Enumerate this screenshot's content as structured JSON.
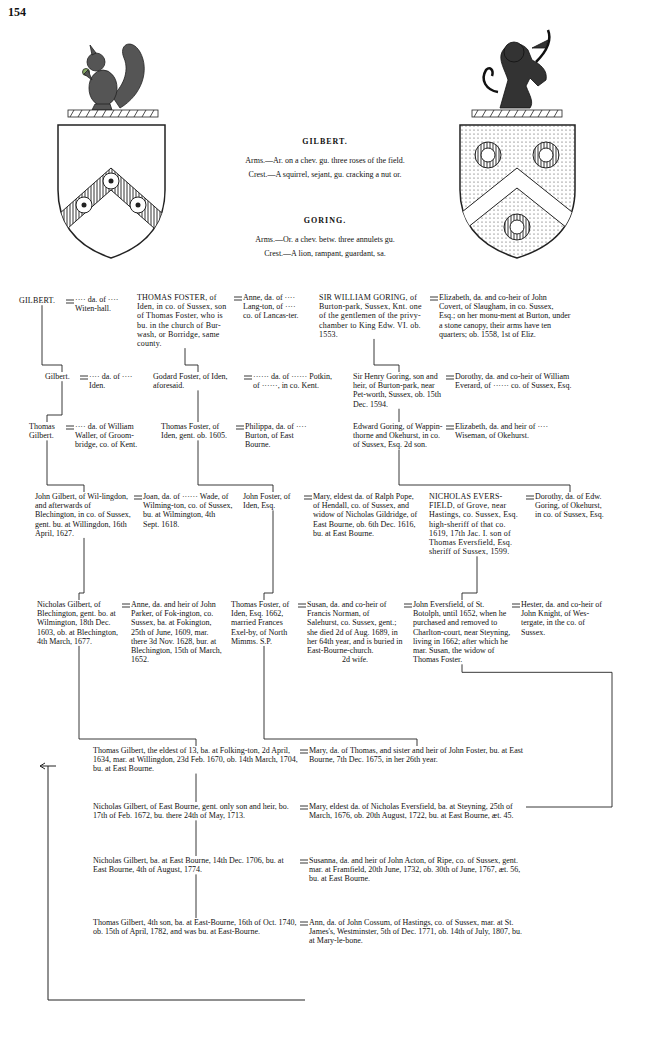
{
  "diagram": {
    "nodes": [
      {
        "text": [
          "GILBERT."
        ]
      },
      {
        "text": [
          "···· da. of ···· Witen-hall."
        ]
      },
      {
        "text": [
          "THOMAS FOSTER, of Iden, in co. of Sussex, son of Thomas Foster, who is bu. in the church of Bur-wash, or Borridge, same county."
        ]
      },
      {
        "text": [
          "Anne, da. of ···· Lang-ton, of ···· co. of Lancas-ter."
        ]
      },
      {
        "text": [
          "SIR WILLIAM GORING, of Burton-park, Sussex, Knt. one of the gentlemen of the privy-chamber to King Edw. VI. ob. 1553."
        ]
      },
      {
        "text": [
          "Elizabeth, da. and co-heir of John Covert, of Slaugham, in co. Sussex, Esq.; on her monu-ment at Burton, under a stone canopy, their arms have ten quarters; ob. 1558, 1st of Eliz."
        ]
      },
      {
        "text": [
          "Gilbert."
        ]
      },
      {
        "text": [
          "···· da. of ···· Iden."
        ]
      },
      {
        "text": [
          "Godard Foster, of Iden, aforesaid."
        ]
      },
      {
        "text": [
          "······ da. of ······ Potkin, of ······, in co. Kent."
        ]
      },
      {
        "text": [
          "Sir Henry Goring, son and heir, of Burton-park, near Pet-worth, Sussex, ob. 15th Dec. 1594."
        ]
      },
      {
        "text": [
          "Dorothy, da. and co-heir of William Everard, of ······ co. of Sussex, Esq."
        ]
      },
      {
        "text": [
          "Thomas Gilbert."
        ]
      },
      {
        "text": [
          "···· da. of William Waller, of Groom-bridge, co. of Kent."
        ]
      },
      {
        "text": [
          "Thomas Foster, of Iden, gent. ob. 1605."
        ]
      },
      {
        "text": [
          "Philippa, da. of ···· Burton, of East Bourne."
        ]
      },
      {
        "text": [
          "Edward Goring, of Wappin-thorne and Okehurst, in co. of Sussex, Esq. 2d son."
        ]
      },
      {
        "text": [
          "Elizabeth, da. and heir of ···· Wiseman, of Okehurst."
        ]
      },
      {
        "text": [
          "John Gilbert, of Wil-lingdon, and afterwards of Blechington, in co. of Sussex, gent. bu. at Willingdon, 16th April, 1627."
        ]
      },
      {
        "text": [
          "Joan, da. of ······ Wade, of Wilming-ton, co. of Sussex, bu. at Wilmington, 4th Sept. 1618."
        ]
      },
      {
        "text": [
          "John Foster, of Iden, Esq."
        ]
      },
      {
        "text": [
          "Mary, eldest da. of Ralph Pope, of Hendall, co. of Sussex, and widow of Nicholas Gildridge, of East Bourne, ob. 6th Dec. 1616, bu. at East Bourne."
        ]
      },
      {
        "text": [
          "NICHOLAS EVERS-FIELD, of Grove, near Hastings, co. Sussex, Esq. high-sheriff of that co. 1619, 17th Jac. I. son of Thomas Eversfield, Esq. sheriff of Sussex, 1599."
        ]
      },
      {
        "text": [
          "Dorothy, da. of Edw. Goring, of Okehurst, in co. of Sussex, Esq."
        ]
      },
      {
        "text": [
          "Nicholas Gilbert, of Blechington, gent. bo. at Wilmington, 18th Dec. 1603, ob. at Blechington, 4th March, 1677."
        ]
      },
      {
        "text": [
          "Anne, da. and heir of John Parker, of Fok-ington, co. Sussex, ba. at Fokington, 25th of June, 1609, mar. there 3d Nov. 1628, bur. at Blechington, 15th of March, 1652."
        ]
      },
      {
        "text": [
          "Thomas Foster, of Iden, Esq. 1662, married Frances Exel-by, of North Mimms. S.P."
        ]
      },
      {
        "text": [
          "Susan, da. and co-heir of Francis Norman, of Salehurst, co. Sussex, gent.; she died 2d of Aug. 1689, in her 64th year, and is buried in East-Bourne-church.",
          "2d wife."
        ]
      },
      {
        "text": [
          "John Eversfield, of St. Botolph, until 1652, when he purchased and removed to Charlton-court, near Steyning, living in 1662; after which he mar. Susan, the widow of Thomas Foster."
        ]
      },
      {
        "text": [
          "Hester, da. and co-heir of John Knight, of Wes-tergate, in the co. of Sussex."
        ]
      },
      {
        "text": [
          "Thomas Gilbert, the eldest of 13, ba. at Folking-ton, 2d April, 1634, mar. at Willingdon, 23d Feb. 1670, ob. 14th March, 1704, bu. at East Bourne."
        ]
      },
      {
        "text": [
          "Mary, da. of Thomas, and sister and heir of John Foster, bu. at East Bourne, 7th Dec. 1675, in her 26th year."
        ]
      },
      {
        "text": [
          "Nicholas Gilbert, of East Bourne, gent. only son and heir, bo. 17th of Feb. 1672, bu. there 24th of May, 1713."
        ]
      },
      {
        "text": [
          "Mary, eldest da. of Nicholas Eversfield, ba. at Steyning, 25th of March, 1676, ob. 20th August, 1722, bu. at East Bourne, æt. 45."
        ]
      },
      {
        "text": [
          "Nicholas Gilbert, ba. at East Bourne, 14th Dec. 1706, bu. at East Bourne, 4th of August, 1774."
        ]
      },
      {
        "text": [
          "Susanna, da. and heir of John Acton, of Ripe, co. of Sussex, gent. mar. at Framfield, 20th June, 1732, ob. 30th of June, 1767, æt. 56, bu. at East Bourne."
        ]
      },
      {
        "text": [
          "Thomas Gilbert, 4th son, ba. at East-Bourne, 16th of Oct. 1740, ob. 15th of April, 1782, and was bu. at East-Bourne."
        ]
      },
      {
        "text": [
          "Ann, da. of John Cossum, of Hastings, co. of Sussex, mar. at St. James's, Westminster, 5th of Dec. 1771, ob. 14th of July, 1807, bu. at Mary-le-bone."
        ]
      }
    ],
    "edges": [
      {
        "from": 0,
        "to": 1,
        "arrow": "none"
      },
      {
        "from": 2,
        "to": 3,
        "arrow": "none"
      },
      {
        "from": 4,
        "to": 5,
        "arrow": "none"
      },
      {
        "from": 6,
        "to": 7,
        "arrow": "none"
      },
      {
        "from": 8,
        "to": 9,
        "arrow": "none"
      },
      {
        "from": 10,
        "to": 11,
        "arrow": "none"
      },
      {
        "from": 12,
        "to": 13,
        "arrow": "none"
      },
      {
        "from": 14,
        "to": 15,
        "arrow": "none"
      },
      {
        "from": 16,
        "to": 17,
        "arrow": "none"
      },
      {
        "from": 18,
        "to": 19,
        "arrow": "none"
      },
      {
        "from": 20,
        "to": 21,
        "arrow": "none"
      },
      {
        "from": 22,
        "to": 23,
        "arrow": "none"
      },
      {
        "from": 24,
        "to": 25,
        "arrow": "none"
      },
      {
        "from": 26,
        "to": 27,
        "arrow": "none"
      },
      {
        "from": 27,
        "to": 28,
        "arrow": "none"
      },
      {
        "from": 28,
        "to": 29,
        "arrow": "none"
      },
      {
        "from": 30,
        "to": 31,
        "arrow": "none"
      },
      {
        "from": 32,
        "to": 33,
        "arrow": "none"
      },
      {
        "from": 34,
        "to": 35,
        "arrow": "none"
      },
      {
        "from": 36,
        "to": 37,
        "arrow": "none"
      },
      {
        "from": 0,
        "to": 6,
        "arrow": "none"
      },
      {
        "from": 6,
        "to": 12,
        "arrow": "none"
      },
      {
        "from": 12,
        "to": 18,
        "arrow": "none"
      },
      {
        "from": 18,
        "to": 24,
        "arrow": "none"
      },
      {
        "from": 24,
        "to": 30,
        "arrow": "none"
      },
      {
        "from": 30,
        "to": 32,
        "arrow": "none"
      },
      {
        "from": 32,
        "to": 34,
        "arrow": "none"
      },
      {
        "from": 34,
        "to": 36,
        "arrow": "none"
      },
      {
        "from": 2,
        "to": 8,
        "arrow": "none"
      },
      {
        "from": 8,
        "to": 14,
        "arrow": "none"
      },
      {
        "from": 14,
        "to": 20,
        "arrow": "none"
      },
      {
        "from": 20,
        "to": 26,
        "arrow": "none"
      },
      {
        "from": 26,
        "to": 31,
        "arrow": "none"
      },
      {
        "from": 4,
        "to": 10,
        "arrow": "none"
      },
      {
        "from": 10,
        "to": 16,
        "arrow": "none"
      },
      {
        "from": 16,
        "to": 23,
        "arrow": "none"
      },
      {
        "from": 22,
        "to": 28,
        "arrow": "none"
      },
      {
        "from": 28,
        "to": 33,
        "arrow": "none"
      }
    ],
    "labels": [
      "154",
      "GILBERT.",
      "Arms.—Ar. on a chev. gu. three roses of the field.",
      "Crest.—A squirrel, sejant, gu. cracking a nut or.",
      "GORING.",
      "Arms.—Or. a chev. betw. three annulets gu.",
      "Crest.—A lion, rampant, guardant, sa."
    ]
  }
}
